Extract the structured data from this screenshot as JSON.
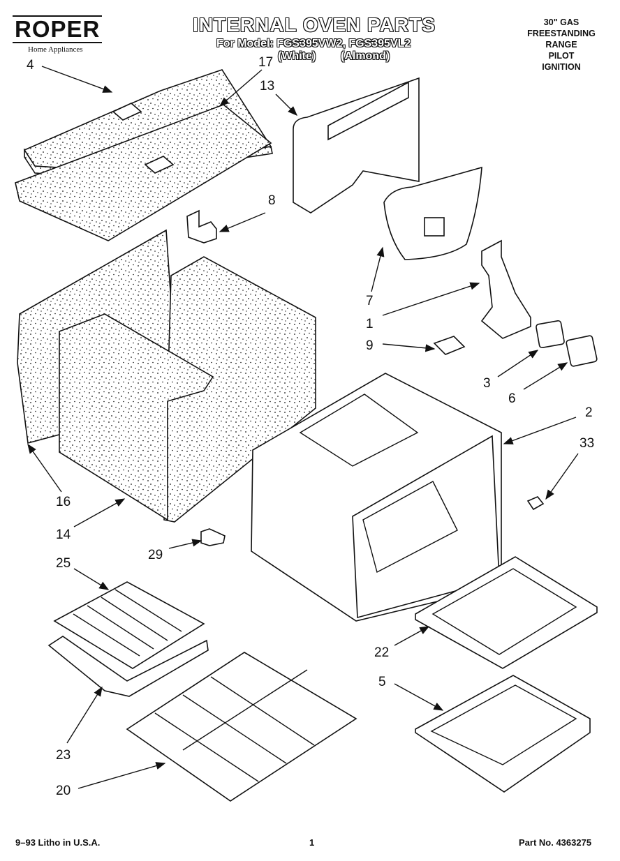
{
  "header": {
    "brand": "ROPER",
    "brand_sub": "Home Appliances",
    "title": "INTERNAL OVEN PARTS",
    "model_line": "For Model: FGS395VW2, FGS395VL2",
    "model_white": "(White)",
    "model_almond": "(Almond)",
    "spec_lines": [
      "30\" GAS",
      "FREESTANDING",
      "RANGE",
      "PILOT",
      "IGNITION"
    ]
  },
  "callouts": {
    "c4": "4",
    "c17": "17",
    "c13": "13",
    "c8": "8",
    "c7": "7",
    "c1": "1",
    "c9": "9",
    "c3": "3",
    "c6": "6",
    "c2": "2",
    "c33": "33",
    "c16": "16",
    "c14": "14",
    "c29": "29",
    "c25": "25",
    "c22": "22",
    "c5": "5",
    "c23": "23",
    "c20": "20"
  },
  "footer": {
    "litho": "9–93 Litho in U.S.A.",
    "page": "1",
    "part_no": "Part No. 4363275"
  }
}
